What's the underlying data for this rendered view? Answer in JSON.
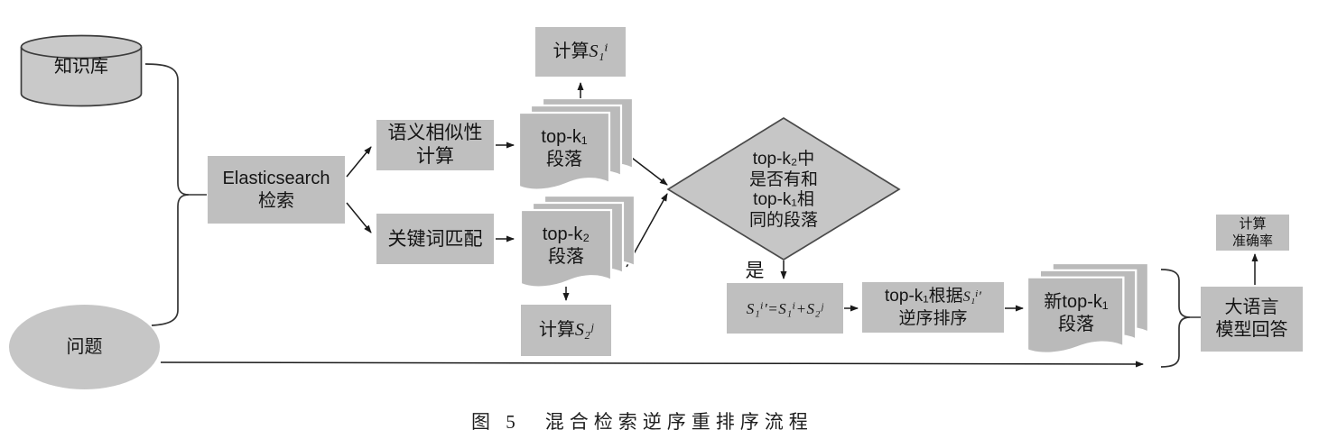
{
  "figure": {
    "caption": "图 5　混合检索逆序重排序流程"
  },
  "nodes": {
    "knowledge_base": {
      "label": "知识库",
      "shape": "database-cylinder"
    },
    "question": {
      "label": "问题",
      "shape": "ellipse"
    },
    "elasticsearch": {
      "label": "Elasticsearch\n检索",
      "shape": "rect"
    },
    "semantic_similarity": {
      "label": "语义相似性\n计算",
      "shape": "rect"
    },
    "keyword_match": {
      "label": "关键词匹配",
      "shape": "rect"
    },
    "topk1_paragraphs": {
      "label": "top-k₁\n段落",
      "shape": "document-stack"
    },
    "topk2_paragraphs": {
      "label": "top-k₂\n段落",
      "shape": "document-stack"
    },
    "calc_s1": {
      "prefix": "计算",
      "formula": "S₁ⁱ",
      "shape": "rect"
    },
    "calc_s2": {
      "prefix": "计算",
      "formula": "S₂ʲ",
      "shape": "rect"
    },
    "decision": {
      "label": "top-k₂中\n是否有和\ntop-k₁相\n同的段落",
      "shape": "diamond"
    },
    "decision_yes": {
      "label": "是"
    },
    "sum_formula": {
      "label": "S₁ⁱ′=S₁ⁱ+S₂ʲ",
      "shape": "rect"
    },
    "reverse_sort": {
      "line1_prefix": "top-k₁根据",
      "line1_formula": "S₁ⁱ′",
      "line2": "逆序排序",
      "shape": "rect"
    },
    "new_topk1_paragraphs": {
      "label": "新top-k₁\n段落",
      "shape": "document-stack"
    },
    "llm_answer": {
      "label": "大语言\n模型回答",
      "shape": "rect"
    },
    "calc_accuracy": {
      "label": "计算\n准确率",
      "shape": "rect"
    }
  },
  "colors": {
    "box_fill": "#bfbfbf",
    "sheet_fill": "#bababa",
    "diamond_fill": "#c6c6c6",
    "cylinder_fill": "#c9c9c9",
    "ellipse_fill": "#c6c6c6",
    "line": "#1a1a1a",
    "outline": "#3c3c3c",
    "text": "#141414",
    "background": "#ffffff"
  }
}
